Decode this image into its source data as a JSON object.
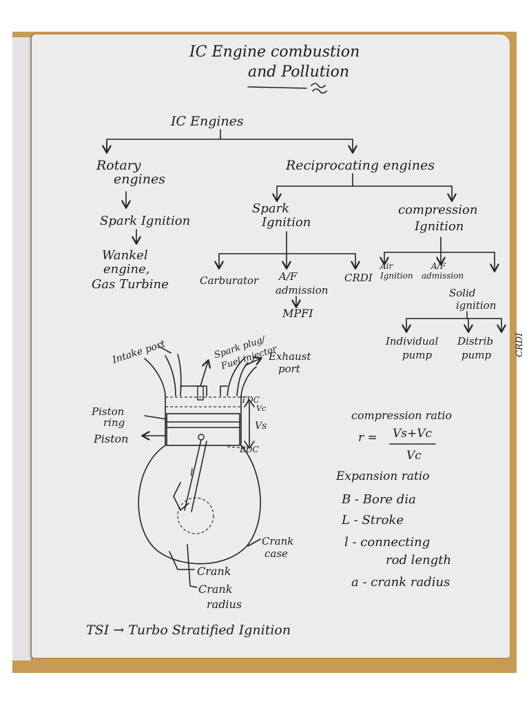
{
  "title": {
    "line1": "IC Engine combustion",
    "line2": "and Pollution"
  },
  "tree": {
    "root": "IC Engines",
    "rotary": {
      "label_line1": "Rotary",
      "label_line2": "engines",
      "child": "Spark Ignition",
      "examples_line1": "Wankel",
      "examples_line2": "engine,",
      "examples_line3": "Gas Turbine"
    },
    "reciprocating": {
      "label": "Reciprocating engines",
      "spark": {
        "label_line1": "Spark",
        "label_line2": "Ignition",
        "children": {
          "carburator": "Carburator",
          "af_line1": "A/F",
          "af_line2": "admission",
          "mpfi": "MPFI",
          "crdi": "CRDI"
        }
      },
      "compression": {
        "label_line1": "compression",
        "label_line2": "Ignition",
        "children": {
          "air_line1": "Air",
          "air_line2": "Ignition",
          "af_line1": "A/F",
          "af_line2": "admission",
          "solid_line1": "Solid",
          "solid_line2": "ignition",
          "individual_line1": "Individual",
          "individual_line2": "pump",
          "distrib_line1": "Distrib",
          "distrib_line2": "pump",
          "crdi": "CRDI"
        }
      }
    }
  },
  "diagram": {
    "intake_port": "Intake port",
    "spark_plug_line1": "Spark plug/",
    "spark_plug_line2": "Fuel injector",
    "exhaust_line1": "Exhaust",
    "exhaust_line2": "port",
    "tdc": "TDC",
    "vc": "Vc",
    "vs": "Vs",
    "bdc": "BDC",
    "piston_ring_line1": "Piston",
    "piston_ring_line2": "ring",
    "piston": "Piston",
    "l": "l",
    "crank_case_line1": "Crank",
    "crank_case_line2": "case",
    "crank": "Crank",
    "crank_radius_line1": "Crank",
    "crank_radius_line2": "radius"
  },
  "notes": {
    "compression_ratio": "compression ratio",
    "formula_lhs": "r =",
    "formula_num": "Vs+Vc",
    "formula_den": "Vc",
    "expansion_ratio": "Expansion ratio",
    "bore": "B - Bore dia",
    "stroke": "L - Stroke",
    "conrod_line1": "l - connecting",
    "conrod_line2": "rod length",
    "crank_radius": "a - crank radius"
  },
  "footer": "TSI → Turbo Stratified Ignition"
}
